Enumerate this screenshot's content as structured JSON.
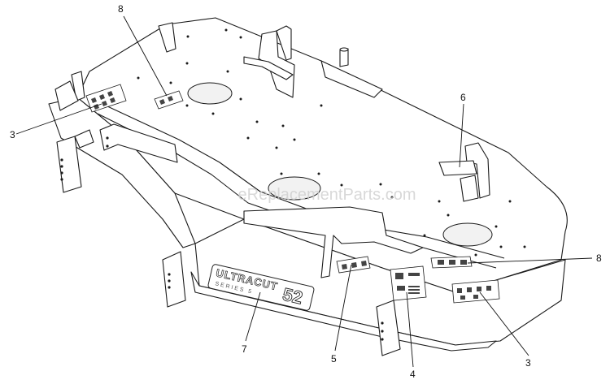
{
  "watermark": "eReplacementParts.com",
  "deck_badge": {
    "brand": "ULTRACUT",
    "series": "SERIES 5",
    "size": "52"
  },
  "callouts": [
    {
      "id": "callout-3-left",
      "label": "3"
    },
    {
      "id": "callout-8-top",
      "label": "8"
    },
    {
      "id": "callout-6",
      "label": "6"
    },
    {
      "id": "callout-8-right",
      "label": "8"
    },
    {
      "id": "callout-7",
      "label": "7"
    },
    {
      "id": "callout-5",
      "label": "5"
    },
    {
      "id": "callout-4",
      "label": "4"
    },
    {
      "id": "callout-3-right",
      "label": "3"
    }
  ]
}
